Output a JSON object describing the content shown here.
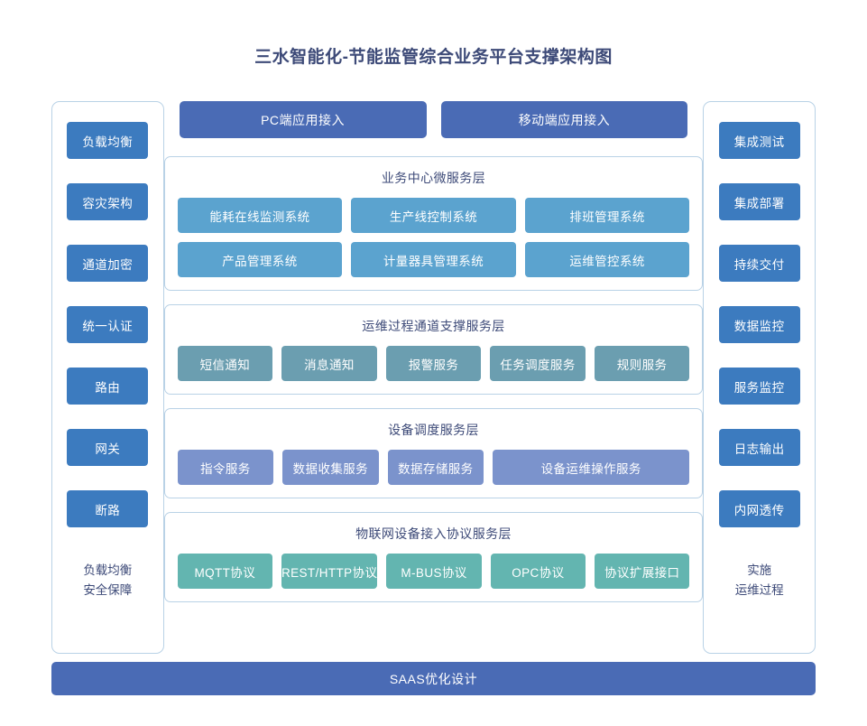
{
  "title": "三水智能化-节能监管综合业务平台支撑架构图",
  "colors": {
    "title_text": "#3d4a78",
    "sidebar_tile": "#3c7bbf",
    "access_button": "#4a6bb5",
    "business_tile": "#5ba3cf",
    "support_tile": "#6b9eb0",
    "device_tile": "#7b93cc",
    "iot_tile": "#63b5b0",
    "panel_border": "#b9d2e6",
    "bottom_bar": "#4a6bb5",
    "background": "#ffffff"
  },
  "left_sidebar": {
    "items": [
      {
        "label": "负载均衡"
      },
      {
        "label": "容灾架构"
      },
      {
        "label": "通道加密"
      },
      {
        "label": "统一认证"
      },
      {
        "label": "路由"
      },
      {
        "label": "网关"
      },
      {
        "label": "断路"
      }
    ],
    "footer_line1": "负载均衡",
    "footer_line2": "安全保障"
  },
  "right_sidebar": {
    "items": [
      {
        "label": "集成测试"
      },
      {
        "label": "集成部署"
      },
      {
        "label": "持续交付"
      },
      {
        "label": "数据监控"
      },
      {
        "label": "服务监控"
      },
      {
        "label": "日志输出"
      },
      {
        "label": "内网透传"
      }
    ],
    "footer_line1": "实施",
    "footer_line2": "运维过程"
  },
  "access_row": {
    "buttons": [
      {
        "label": "PC端应用接入"
      },
      {
        "label": "移动端应用接入"
      }
    ]
  },
  "layers": [
    {
      "title": "业务中心微服务层",
      "rows": [
        [
          {
            "label": "能耗在线监测系统"
          },
          {
            "label": "生产线控制系统"
          },
          {
            "label": "排班管理系统"
          }
        ],
        [
          {
            "label": "产品管理系统"
          },
          {
            "label": "计量器具管理系统"
          },
          {
            "label": "运维管控系统"
          }
        ]
      ]
    },
    {
      "title": "运维过程通道支撑服务层",
      "rows": [
        [
          {
            "label": "短信通知"
          },
          {
            "label": "消息通知"
          },
          {
            "label": "报警服务"
          },
          {
            "label": "任务调度服务"
          },
          {
            "label": "规则服务"
          }
        ]
      ]
    },
    {
      "title": "设备调度服务层",
      "rows": [
        [
          {
            "label": "指令服务"
          },
          {
            "label": "数据收集服务"
          },
          {
            "label": "数据存储服务"
          },
          {
            "label": "设备运维操作服务"
          }
        ]
      ]
    },
    {
      "title": "物联网设备接入协议服务层",
      "rows": [
        [
          {
            "label": "MQTT协议"
          },
          {
            "label": "REST/HTTP协议"
          },
          {
            "label": "M-BUS协议"
          },
          {
            "label": "OPC协议"
          },
          {
            "label": "协议扩展接口"
          }
        ]
      ]
    }
  ],
  "bottom_bar": {
    "label": "SAAS优化设计"
  }
}
